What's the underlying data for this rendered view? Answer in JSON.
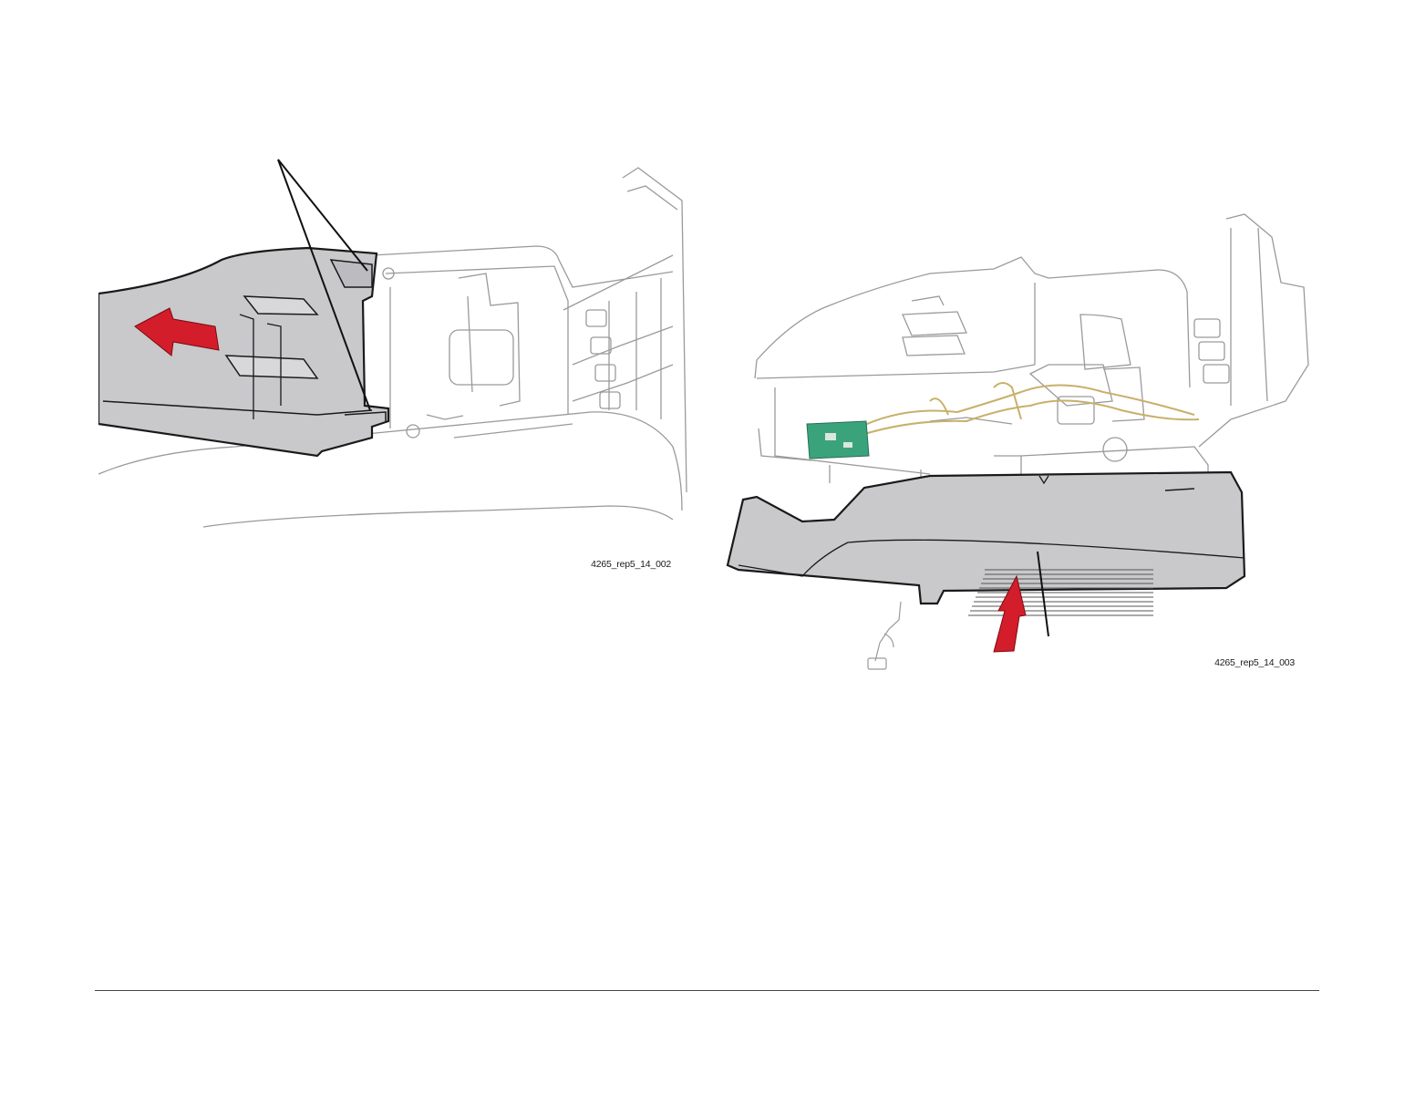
{
  "figures": [
    {
      "id": "4265_rep5_14_002",
      "icons": [
        "direction-arrow-left"
      ],
      "colors": {
        "part": "#c9c9cc",
        "arrow": "#d31d2b",
        "outline": "#1a1a1a",
        "line_art": "#9a9a9a"
      }
    },
    {
      "id": "4265_rep5_14_003",
      "icons": [
        "direction-arrow-up"
      ],
      "colors": {
        "part": "#c9c9cc",
        "arrow": "#d31d2b",
        "board": "#3aa37c",
        "wires": "#c8b06a"
      }
    }
  ]
}
